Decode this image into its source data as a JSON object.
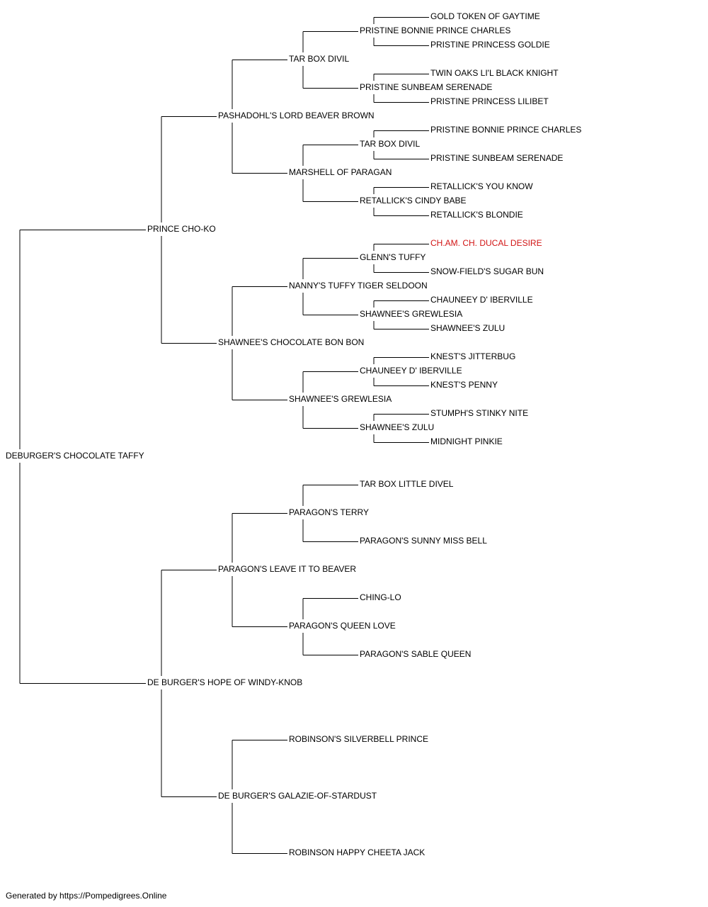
{
  "pedigree": {
    "name": "DEBURGER'S CHOCOLATE TAFFY",
    "sire": {
      "name": "PRINCE CHO-KO",
      "sire": {
        "name": "PASHADOHL'S LORD BEAVER BROWN",
        "sire": {
          "name": "TAR BOX DIVIL",
          "sire": {
            "name": "PRISTINE BONNIE PRINCE CHARLES",
            "sire": {
              "name": "GOLD TOKEN OF GAYTIME"
            },
            "dam": {
              "name": "PRISTINE PRINCESS GOLDIE"
            }
          },
          "dam": {
            "name": "PRISTINE SUNBEAM SERENADE",
            "sire": {
              "name": "TWIN OAKS LI'L BLACK KNIGHT"
            },
            "dam": {
              "name": "PRISTINE PRINCESS LILIBET"
            }
          }
        },
        "dam": {
          "name": "MARSHELL OF PARAGAN",
          "sire": {
            "name": "TAR BOX DIVIL",
            "sire": {
              "name": "PRISTINE BONNIE PRINCE CHARLES"
            },
            "dam": {
              "name": "PRISTINE SUNBEAM SERENADE"
            }
          },
          "dam": {
            "name": "RETALLICK'S CINDY BABE",
            "sire": {
              "name": "RETALLICK'S YOU KNOW"
            },
            "dam": {
              "name": "RETALLICK'S BLONDIE"
            }
          }
        }
      },
      "dam": {
        "name": "SHAWNEE'S CHOCOLATE BON BON",
        "sire": {
          "name": "NANNY'S TUFFY TIGER SELDOON",
          "sire": {
            "name": "GLENN'S TUFFY",
            "sire": {
              "name": "CH.AM. CH. DUCAL DESIRE",
              "highlight": true
            },
            "dam": {
              "name": "SNOW-FIELD'S SUGAR BUN"
            }
          },
          "dam": {
            "name": "SHAWNEE'S GREWLESIA",
            "sire": {
              "name": "CHAUNEEY D' IBERVILLE"
            },
            "dam": {
              "name": "SHAWNEE'S ZULU"
            }
          }
        },
        "dam": {
          "name": "SHAWNEE'S GREWLESIA",
          "sire": {
            "name": "CHAUNEEY D' IBERVILLE",
            "sire": {
              "name": "KNEST'S JITTERBUG"
            },
            "dam": {
              "name": "KNEST'S PENNY"
            }
          },
          "dam": {
            "name": "SHAWNEE'S ZULU",
            "sire": {
              "name": "STUMPH'S STINKY NITE"
            },
            "dam": {
              "name": "MIDNIGHT PINKIE"
            }
          }
        }
      }
    },
    "dam": {
      "name": "DE BURGER'S HOPE OF WINDY-KNOB",
      "sire": {
        "name": "PARAGON'S LEAVE IT TO BEAVER",
        "sire": {
          "name": "PARAGON'S TERRY",
          "sire": {
            "name": "TAR BOX LITTLE DIVEL"
          },
          "dam": {
            "name": "PARAGON'S SUNNY MISS BELL"
          }
        },
        "dam": {
          "name": "PARAGON'S QUEEN LOVE",
          "sire": {
            "name": "CHING-LO"
          },
          "dam": {
            "name": "PARAGON'S SABLE QUEEN"
          }
        }
      },
      "dam": {
        "name": "DE BURGER'S GALAZIE-OF-STARDUST",
        "sire": {
          "name": "ROBINSON'S SILVERBELL PRINCE"
        },
        "dam": {
          "name": "ROBINSON HAPPY CHEETA JACK"
        }
      }
    }
  },
  "footer": {
    "text": "Generated by https://Pompedigrees.Online"
  },
  "colors": {
    "text": "#000000",
    "highlight": "#d21414",
    "line": "#000000"
  }
}
